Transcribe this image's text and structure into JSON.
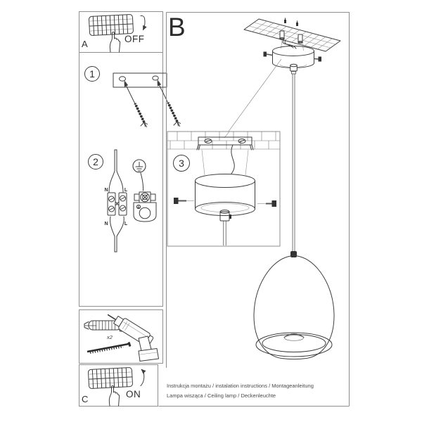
{
  "colors": {
    "ink": "#3d3d3d",
    "border": "#8f8f8f",
    "paper": "#ffffff"
  },
  "panel_a": {
    "letter": "A",
    "state": "OFF"
  },
  "panel_b": {
    "letter": "B"
  },
  "panel_c": {
    "letter": "C",
    "state": "ON"
  },
  "steps": {
    "one": "1",
    "two": "2",
    "three": "3"
  },
  "wiring": {
    "n_top": "N",
    "l_top": "L",
    "n_bottom": "N",
    "l_bottom": "L"
  },
  "tools": {
    "anchor_count": "x2"
  },
  "footer": {
    "line1": "Instrukcja montażu / instalation instructions / Montageanleitung",
    "line2": "Lampa wisząca / Ceiling lamp  / Deckenleuchte"
  }
}
